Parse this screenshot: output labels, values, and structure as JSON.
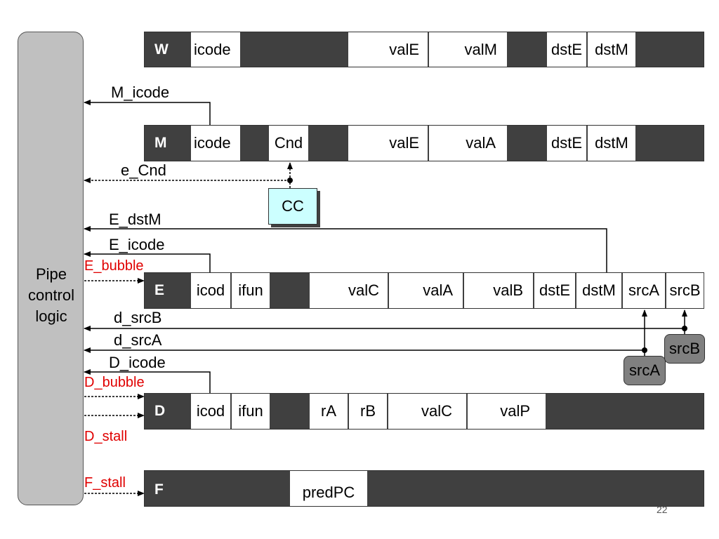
{
  "control": {
    "title": "Pipe\ncontrol\nlogic"
  },
  "registers": {
    "W": {
      "name": "W",
      "fields": {
        "icode": "icode",
        "valE": "valE",
        "valM": "valM",
        "dstE": "dstE",
        "dstM": "dstM"
      }
    },
    "M": {
      "name": "M",
      "fields": {
        "icode": "icode",
        "Cnd": "Cnd",
        "valE": "valE",
        "valA": "valA",
        "dstE": "dstE",
        "dstM": "dstM"
      }
    },
    "E": {
      "name": "E",
      "fields": {
        "icode": "icod",
        "ifun": "ifun",
        "valC": "valC",
        "valA": "valA",
        "valB": "valB",
        "dstE": "dstE",
        "dstM": "dstM",
        "srcA": "srcA",
        "srcB": "srcB"
      }
    },
    "D": {
      "name": "D",
      "fields": {
        "icode": "icod",
        "ifun": "ifun",
        "rA": "rA",
        "rB": "rB",
        "valC": "valC",
        "valP": "valP"
      }
    },
    "F": {
      "name": "F",
      "fields": {
        "predPC": "predPC"
      }
    }
  },
  "signals": {
    "M_icode": "M_icode",
    "e_Cnd": "e_Cnd",
    "E_dstM": "E_dstM",
    "E_icode": "E_icode",
    "d_srcB": "d_srcB",
    "d_srcA": "d_srcA",
    "D_icode": "D_icode"
  },
  "control_outputs": {
    "E_bubble": "E_bubble",
    "D_bubble": "D_bubble",
    "D_stall": "D_stall",
    "F_stall": "F_stall"
  },
  "blocks": {
    "CC": "CC",
    "srcA": "srcA",
    "srcB": "srcB"
  },
  "colors": {
    "register": "#404040",
    "control": "#c0c0c0",
    "cc": "#ccffff",
    "src_block": "#808080",
    "control_signal": "#e00000"
  },
  "page_number": "22"
}
